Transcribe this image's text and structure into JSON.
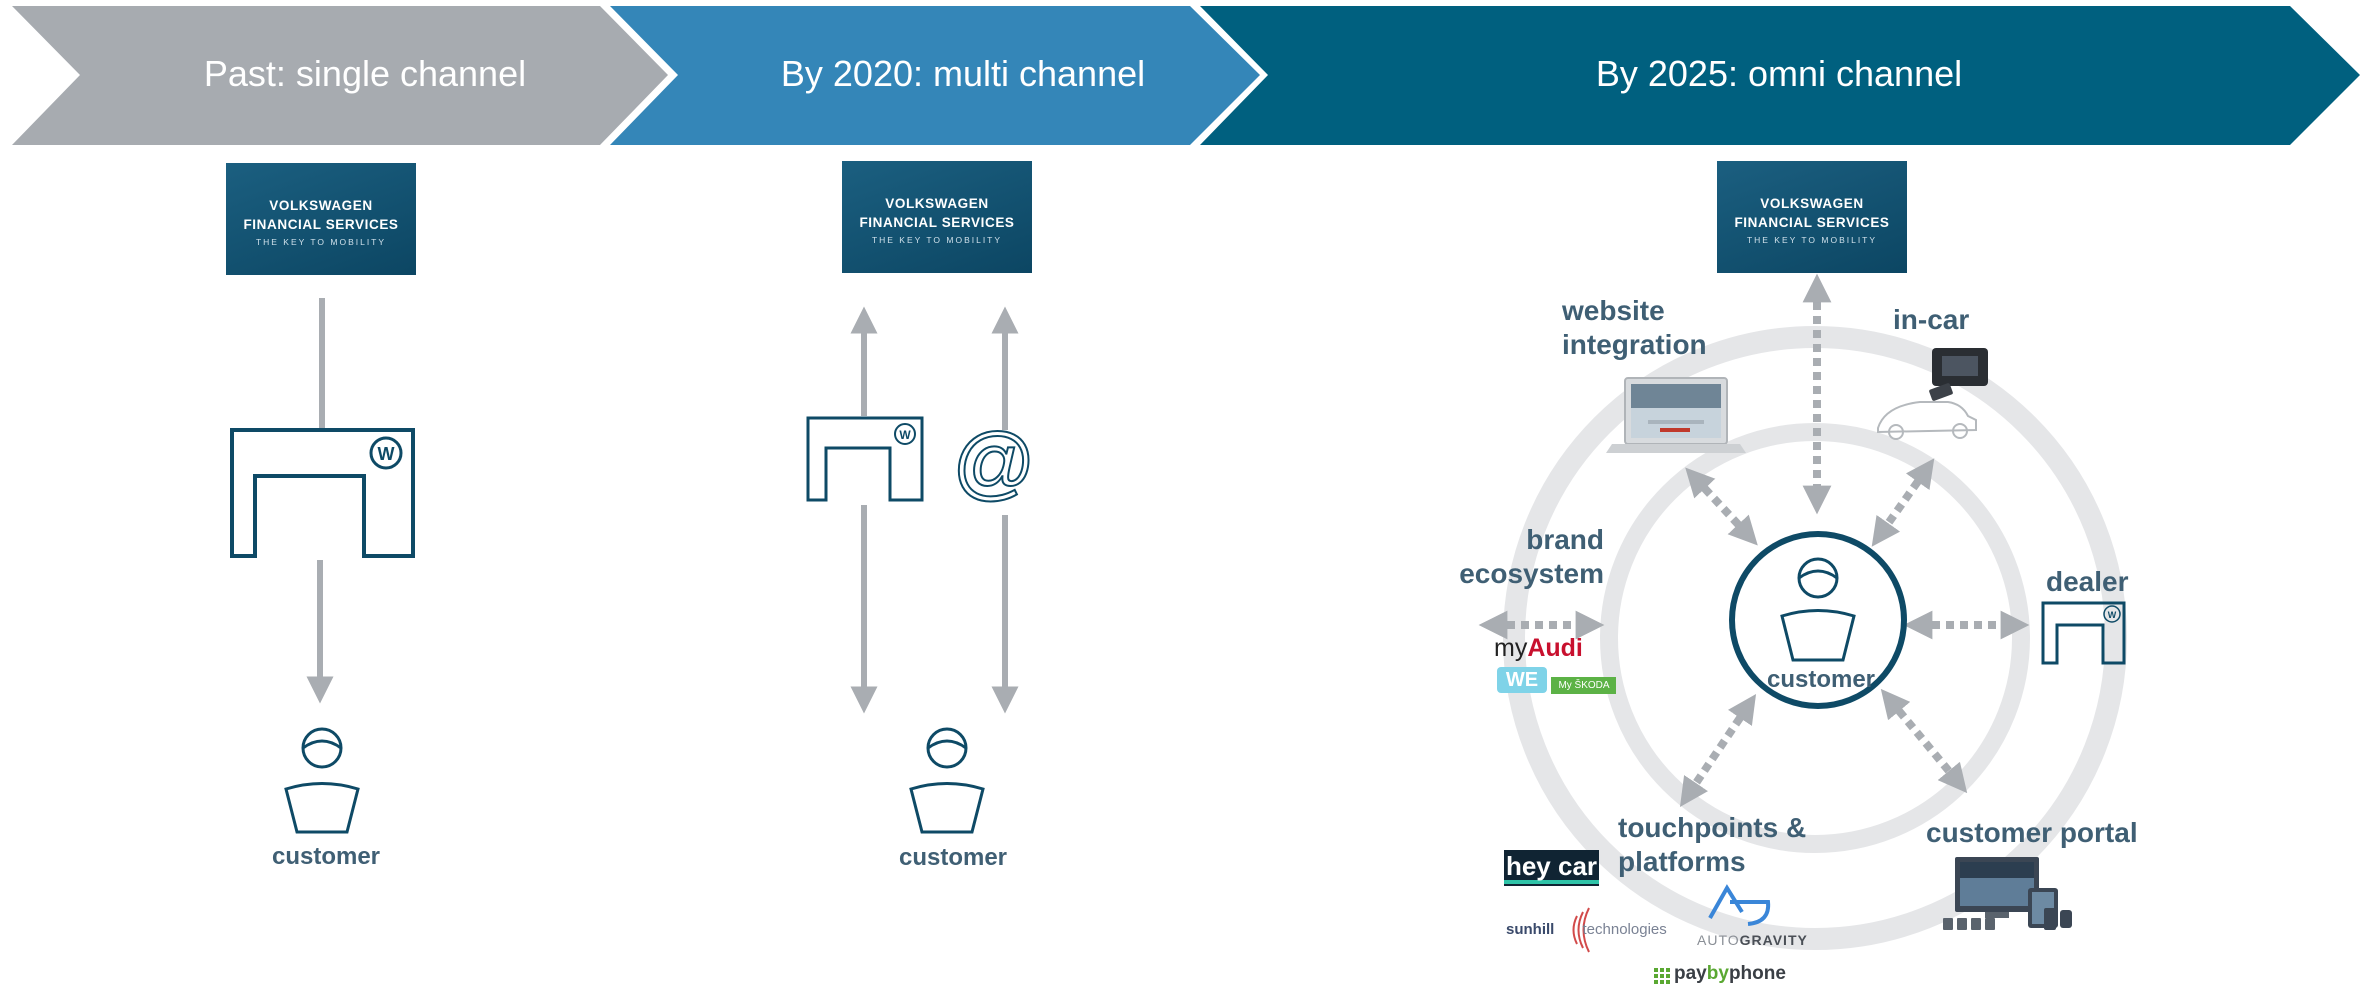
{
  "stages": [
    {
      "label": "Past: single channel",
      "color": "#a7abb0"
    },
    {
      "label": "By 2020: multi channel",
      "color": "#3486b8"
    },
    {
      "label": "By 2025: omni channel",
      "color": "#00607f"
    }
  ],
  "logo": {
    "line1": "VOLKSWAGEN",
    "line2": "FINANCIAL SERVICES",
    "tagline": "THE KEY TO MOBILITY"
  },
  "customer_label": "customer",
  "channels": {
    "website": "website\nintegration",
    "in_car": "in-car",
    "brand": "brand\necosystem",
    "dealer": "dealer",
    "touchpoints": "touchpoints &\nplatforms",
    "portal": "customer portal"
  },
  "brands": {
    "myaudi_my": "my",
    "myaudi_audi": "Audi",
    "we": "WE",
    "myskoda": "My ŠKODA",
    "heycar": "hey car",
    "sunhill_a": "sunhill",
    "sunhill_b": "technologies",
    "autogravity_a": "AUTO",
    "autogravity_b": "GRAVITY",
    "pay": "pay",
    "by": "by",
    "phone": "phone"
  },
  "at_symbol": "@",
  "colors": {
    "navy": "#0e4a66",
    "arrow": "#a9adb2",
    "ring": "#e5e6e8",
    "text": "#3f5f74"
  }
}
